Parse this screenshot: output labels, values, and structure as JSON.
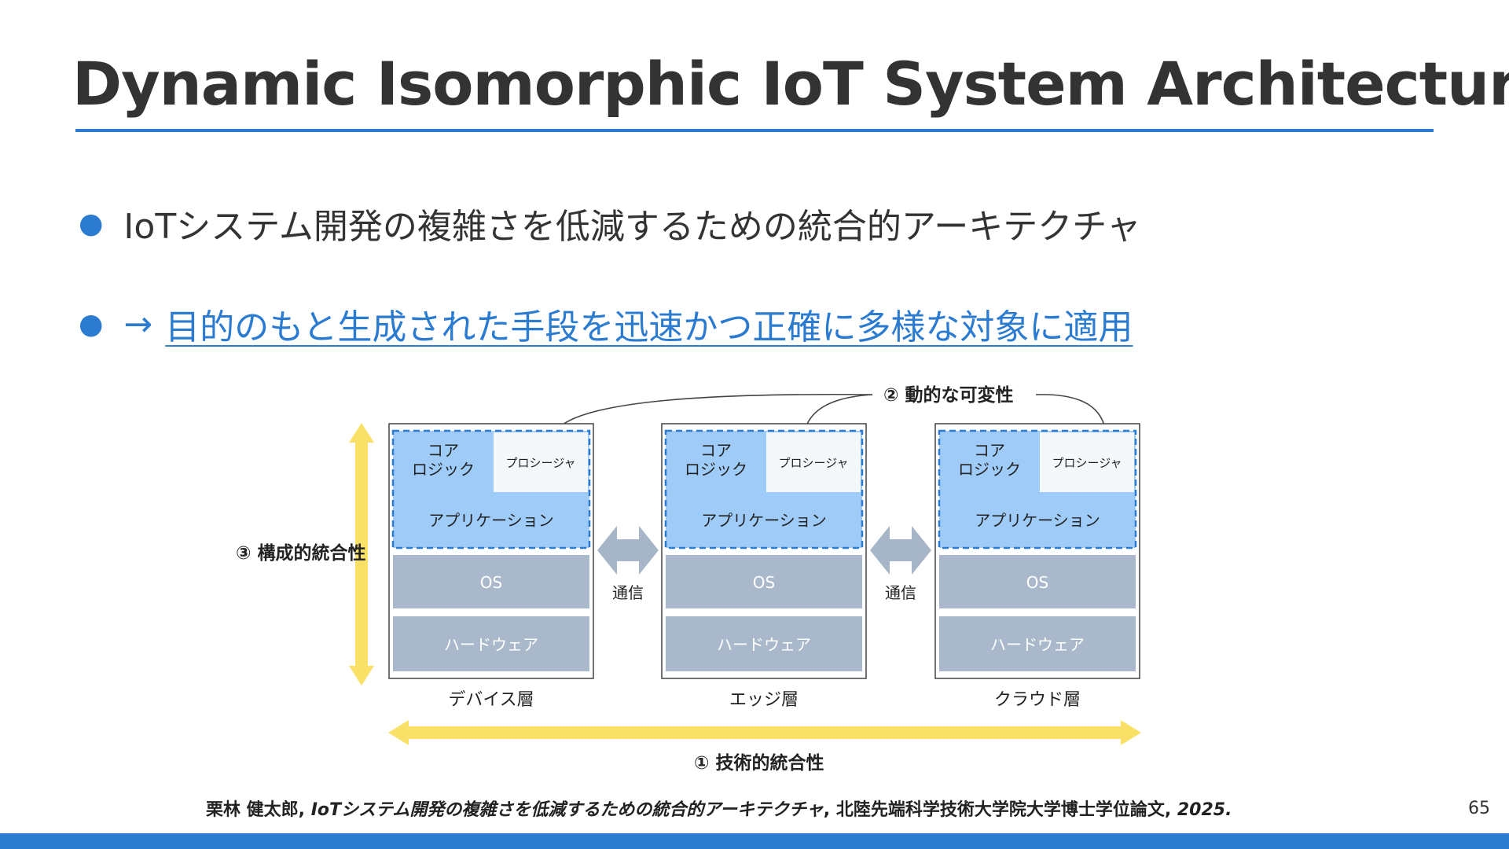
{
  "slide": {
    "title": "Dynamic Isomorphic IoT System Architecture",
    "bullet1": "IoTシステム開発の複雑さを低減するための統合的アーキテクチャ",
    "bullet2_arrow": "→",
    "bullet2_link": "目的のもと生成された手段を迅速かつ正確に多様な対象に適用",
    "page_number": "65",
    "accent_color": "#2b7bd1"
  },
  "diagram": {
    "layers": [
      {
        "name": "デバイス層",
        "core": "コア\nロジック",
        "procedure": "プロシージャ",
        "app": "アプリケーション",
        "os": "OS",
        "hardware": "ハードウェア"
      },
      {
        "name": "エッジ層",
        "core": "コア\nロジック",
        "procedure": "プロシージャ",
        "app": "アプリケーション",
        "os": "OS",
        "hardware": "ハードウェア"
      },
      {
        "name": "クラウド層",
        "core": "コア\nロジック",
        "procedure": "プロシージャ",
        "app": "アプリケーション",
        "os": "OS",
        "hardware": "ハードウェア"
      }
    ],
    "communication": [
      "通信",
      "通信"
    ],
    "technical_integration": "① 技術的統合性",
    "dynamic_variability": "② 動的な可変性",
    "structural_integration": "③ 構成的統合性",
    "colors": {
      "app": "#9ecbf7",
      "procedure": "#f4f8fb",
      "os": "#a9b9cb",
      "arrow_yellow": "#f9e168",
      "comm_arrow": "#a6b6c8",
      "dashed": "#2b7bd1"
    }
  },
  "citation": {
    "author": "栗林 健太郎, ",
    "title": "IoTシステム開発の複雑さを低減するための統合的アーキテクチャ",
    "rest": ", 北陸先端科学技術大学院大学博士学位論文, ",
    "year": "2025."
  }
}
